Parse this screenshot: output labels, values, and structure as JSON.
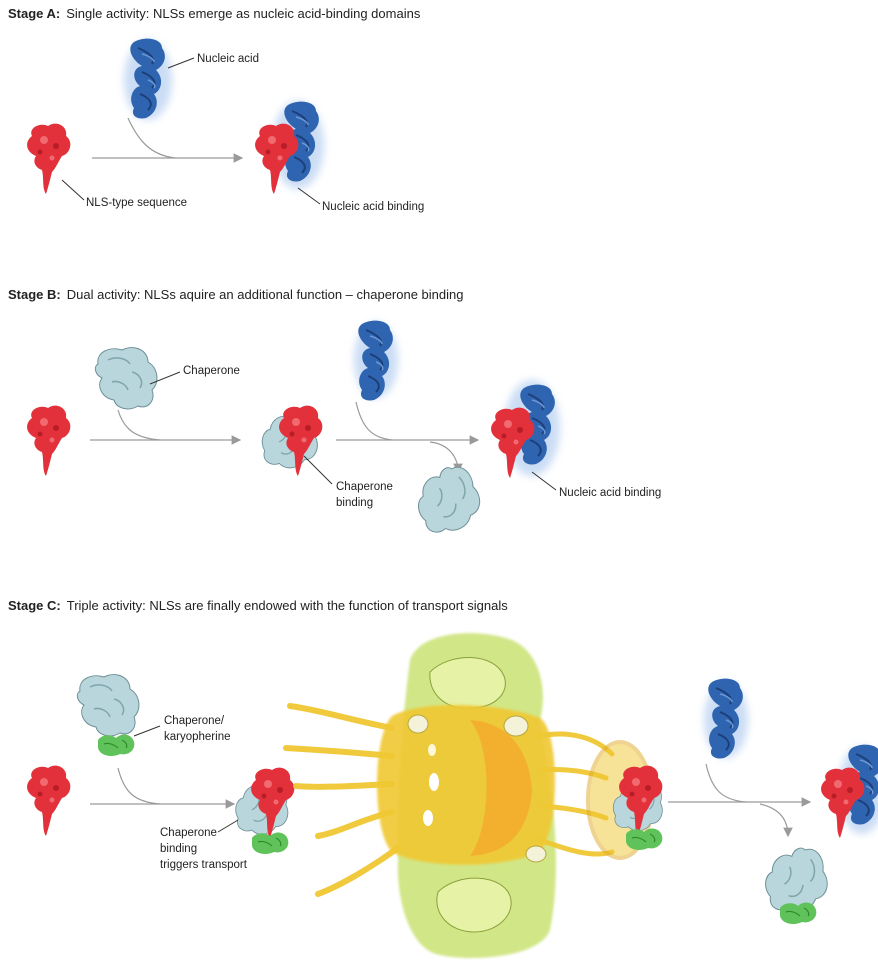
{
  "stages": [
    {
      "key": "Stage A:",
      "text": "Single activity: NLSs emerge as nucleic acid-binding domains",
      "labels": {
        "nucleic_acid": "Nucleic acid",
        "nls_seq": "NLS-type sequence",
        "na_binding": "Nucleic acid binding"
      }
    },
    {
      "key": "Stage B:",
      "text": "Dual activity: NLSs aquire an additional function – chaperone binding",
      "labels": {
        "chaperone": "Chaperone",
        "chap_binding_1": "Chaperone",
        "chap_binding_2": "binding",
        "na_binding": "Nucleic acid binding"
      }
    },
    {
      "key": "Stage C:",
      "text": "Triple activity: NLSs are finally endowed with the function of transport signals",
      "labels": {
        "chap_kary_1": "Chaperone/",
        "chap_kary_2": "karyopherine",
        "trig_1": "Chaperone",
        "trig_2": "binding",
        "trig_3": "triggers transport"
      }
    }
  ],
  "colors": {
    "nls": "#e2313b",
    "nucleic_acid": "#2f64b0",
    "chaperone": "#b9d6dc",
    "karyopherin_tail": "#5fc25a",
    "pore": "#f0c832",
    "nucleus": "#c6e06a",
    "arrow": "#9a9a9a"
  }
}
